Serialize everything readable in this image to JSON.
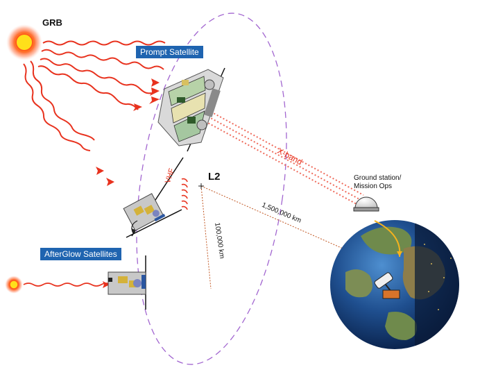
{
  "labels": {
    "grb": "GRB",
    "prompt_satellite": "Prompt Satellite",
    "afterglow_satellites": "AfterGlow Satellites",
    "l2": "L2",
    "vhf": "VHF",
    "x_band": "X-band",
    "ground_station_line1": "Ground station/",
    "ground_station_line2": "Mission Ops",
    "distance_l2_earth": "1,500,000 km",
    "distance_orbit": "100,000 km"
  },
  "colors": {
    "label_box": "#1f64b0",
    "wave_red": "#e8321e",
    "orbit_purple": "#a266d0",
    "sun_core": "#ffe01a",
    "sun_glow": "#ff7a2a",
    "dotted_line": "#c0541f"
  }
}
